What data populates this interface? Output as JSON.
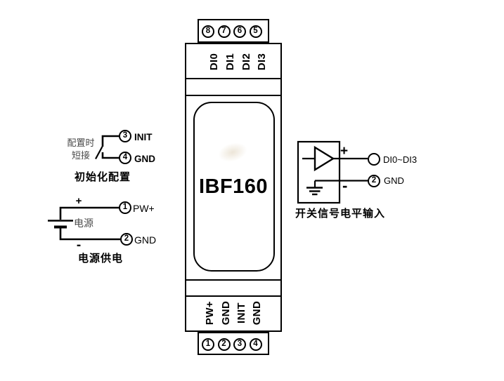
{
  "module": {
    "name": "IBF160",
    "top_pins": [
      "8",
      "7",
      "6",
      "5"
    ],
    "top_channel_labels": [
      "DI0",
      "DI1",
      "DI2",
      "DI3"
    ],
    "bottom_pins": [
      "1",
      "2",
      "3",
      "4"
    ],
    "bottom_terminal_labels": [
      "PW+",
      "GND",
      "INIT",
      "GND"
    ]
  },
  "init_config": {
    "note_line1": "配置时",
    "note_line2": "短接",
    "pin_init": {
      "num": "3",
      "label": "INIT"
    },
    "pin_gnd": {
      "num": "4",
      "label": "GND"
    },
    "caption": "初始化配置"
  },
  "power": {
    "plus": "+",
    "minus": "-",
    "source_label": "电源",
    "pin_pw": {
      "num": "1",
      "label": "PW+"
    },
    "pin_gnd": {
      "num": "2",
      "label": "GND"
    },
    "caption": "电源供电"
  },
  "signal_input": {
    "plus": "+",
    "minus": "-",
    "di_label": "DI0~DI3",
    "pin_gnd": {
      "num": "2",
      "label": "GND"
    },
    "caption": "开关信号电平输入"
  },
  "colors": {
    "line": "#000000",
    "gray_text": "#4a4a4a",
    "background": "#ffffff"
  }
}
